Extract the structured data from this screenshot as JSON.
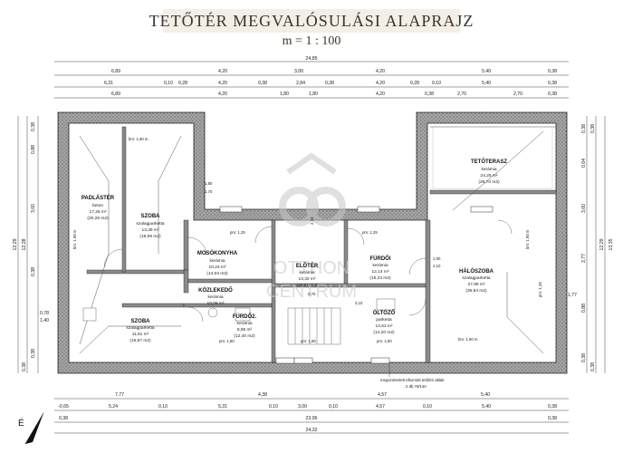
{
  "title": "TETŐTÉR MEGVALÓSULÁSI ALAPRAJZ",
  "scale": "m = 1 : 100",
  "watermark": {
    "top": "OTTHON",
    "bottom": "CENTRUM"
  },
  "colors": {
    "wall": "#8a8a8a",
    "line": "#333333",
    "banner": "#f4efe6",
    "watermark": "#cccccc"
  },
  "north_label": "É",
  "top_dims": {
    "total": "24,85",
    "row1": [
      "6,89",
      "4,20",
      "3,00",
      "4,20",
      "5,40",
      "0,38"
    ],
    "row2": [
      "6,31",
      "0,10",
      "0,28",
      "4,20",
      "0,38",
      "2,84",
      "0,38",
      "4,20",
      "0,28",
      "0,10",
      "5,40",
      "0,38"
    ],
    "row3": [
      "6,89",
      "4,20",
      "1,80",
      "1,80",
      "4,20",
      "0,38",
      "2,70",
      "2,70",
      "0,38"
    ]
  },
  "bottom_dims": {
    "row1": [
      "7,77",
      "4,38",
      "4,57",
      "5,40"
    ],
    "row2": [
      "-0,65",
      "5,24",
      "0,10",
      "5,31",
      "0,10",
      "3,00",
      "0,10",
      "4,57",
      "0,10",
      "5,40",
      "0,38"
    ],
    "row3": [
      "0,38",
      "23,96",
      "0,38"
    ],
    "total": "24,32"
  },
  "left_dims": [
    "0,38",
    "0,88",
    "3,60",
    "0,38",
    "0,78",
    "1,40",
    "0,38",
    "0,38",
    "12,29",
    "12,28"
  ],
  "right_dims": [
    "0,38",
    "0,38",
    "0,64",
    "3,60",
    "2,77",
    "1,77",
    "0,88",
    "0,38",
    "0,38",
    "12,29",
    "13,35"
  ],
  "rooms": [
    {
      "name": "PADLÁSTÉR",
      "lines": [
        "beton",
        "17,25 m²",
        "(20,26 m2)"
      ]
    },
    {
      "name": "SZOBA",
      "lines": [
        "szalagparketta",
        "13,39 m²",
        "(19,09 m2)"
      ]
    },
    {
      "name": "MOSÓKONYHA",
      "lines": [
        "kerámia",
        "10,23 m²",
        "(14,03 m2)"
      ]
    },
    {
      "name": "KÖZLEKEDŐ",
      "lines": [
        "kerámia",
        "10,08 m²"
      ]
    },
    {
      "name": "SZOBA",
      "lines": [
        "szalagparketta",
        "11,51 m²",
        "(16,87 m2)"
      ]
    },
    {
      "name": "FÜRDŐ2.",
      "lines": [
        "kerámia",
        "8,95 m²",
        "(12,40 m2)"
      ]
    },
    {
      "name": "ELŐTÉR",
      "lines": [
        "kerámia",
        "13,32 m²",
        "(15,81 m2)"
      ]
    },
    {
      "name": "FÜRDŐI",
      "lines": [
        "kerámia",
        "12,14 m²",
        "(15,23 m2)"
      ]
    },
    {
      "name": "ÖLTÖZŐ",
      "lines": [
        "parketta",
        "12,61 m²",
        "(14,20 m2)"
      ]
    },
    {
      "name": "TETŐTERASZ",
      "lines": [
        "kerámia",
        "24,25 m²",
        "(26,70 m2)"
      ]
    },
    {
      "name": "HÁLÓSZOBA",
      "lines": [
        "szalagparketta",
        "27,99 m²",
        "(35,64 m2)"
      ]
    }
  ],
  "tags": {
    "bm1": "bm: 1,90 m",
    "bm2": "bm: 1,90 m",
    "bm3": "bm: 1,90 m",
    "bm4": "bm: 1,90 m",
    "pm1": "pm: 1,25",
    "pm2": "pm: 1,25",
    "pm3": "pm: 1,25",
    "pm4": "pm: 1,80",
    "pm5": "pm: 1,80",
    "pm6": "pm: 1,80",
    "door1": "1,80",
    "door2": "1,70",
    "door3": "2,10",
    "door4": "1,00",
    "door5": "2,10",
    "door6": "0,70",
    "door7": "2,10",
    "window_note_1": "megszüntetett elbontott tetőtéri ablak",
    "window_note_2": "2 db 78/140"
  }
}
